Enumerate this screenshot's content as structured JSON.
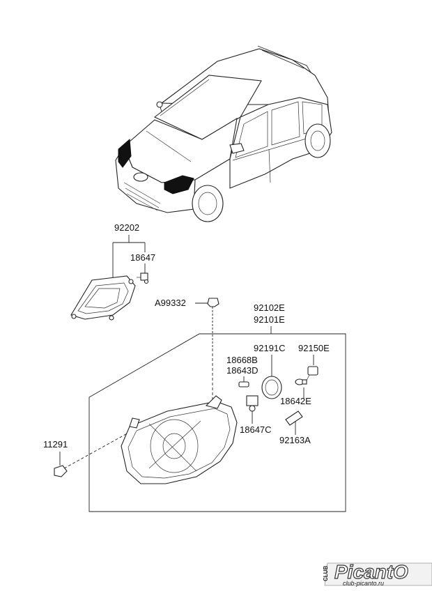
{
  "labels": {
    "fog_lamp_assy": "92202",
    "fog_bulb": "18647",
    "aim_screw": "A99332",
    "headlamp_rh": "92102E",
    "headlamp_lh": "92101E",
    "bulb_socket_cap": "92191C",
    "socket": "92150E",
    "bulb_wedge_1": "18668B",
    "bulb_wedge_2": "18643D",
    "bulb_small": "18642E",
    "bulb_main": "18647C",
    "actuator": "92163A",
    "bolt": "11291"
  },
  "watermark": {
    "brand": "PicantO",
    "club": "CLUB",
    "site": "club-picanto.ru"
  }
}
